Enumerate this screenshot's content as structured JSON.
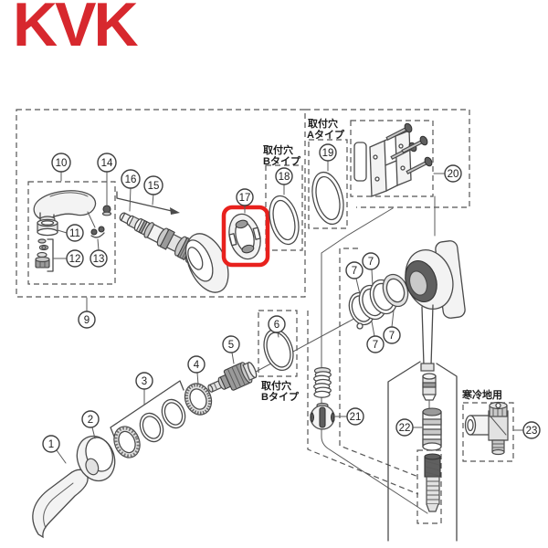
{
  "logo": {
    "text": "KVK",
    "color": "#d7282e"
  },
  "highlight": {
    "part": "17",
    "color": "#e8211d"
  },
  "labels": {
    "mount_a_line1": "取付穴",
    "mount_a_line2": "Aタイプ",
    "mount_b_top_line1": "取付穴",
    "mount_b_top_line2": "Bタイプ",
    "mount_b_mid_line1": "取付穴",
    "mount_b_mid_line2": "Bタイプ",
    "cold_region": "寒冷地用"
  },
  "callouts": {
    "1": "1",
    "2": "2",
    "3": "3",
    "4": "4",
    "5": "5",
    "6": "6",
    "7": "7",
    "9": "9",
    "10": "10",
    "11": "11",
    "12": "12",
    "13": "13",
    "14": "14",
    "15": "15",
    "16": "16",
    "17": "17",
    "18": "18",
    "19": "19",
    "20": "20",
    "21": "21",
    "22": "22",
    "23": "23"
  }
}
